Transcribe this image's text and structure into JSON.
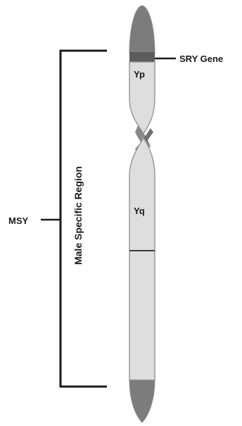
{
  "labels": {
    "sry_gene": "SRY Gene",
    "yp": "Yp",
    "yq": "Yq",
    "msy": "MSY",
    "male_specific_region": "Male Specific Region"
  },
  "colors": {
    "cap_gray": "#7c7c7c",
    "band_dark": "#5c5c5c",
    "chromatid_light": "#dedede",
    "outline": "#9a9a9a",
    "line_black": "#1a1a1a"
  }
}
